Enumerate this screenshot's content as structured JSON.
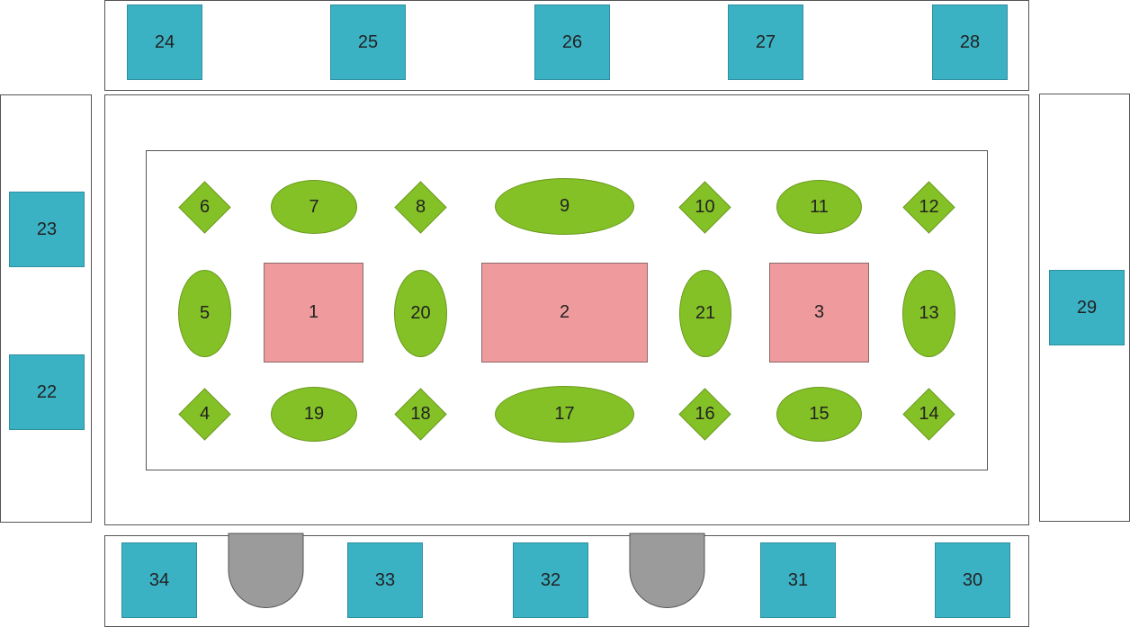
{
  "diagram": {
    "colors": {
      "booth": "#3bb2c4",
      "stand": "#ef9b9e",
      "table": "#84c126",
      "door": "#9b9b9b"
    },
    "stands": {
      "s1": "1",
      "s2": "2",
      "s3": "3"
    },
    "tables": {
      "t4": "4",
      "t5": "5",
      "t6": "6",
      "t7": "7",
      "t8": "8",
      "t9": "9",
      "t10": "10",
      "t11": "11",
      "t12": "12",
      "t13": "13",
      "t14": "14",
      "t15": "15",
      "t16": "16",
      "t17": "17",
      "t18": "18",
      "t19": "19",
      "t20": "20",
      "t21": "21"
    },
    "booths": {
      "b22": "22",
      "b23": "23",
      "b24": "24",
      "b25": "25",
      "b26": "26",
      "b27": "27",
      "b28": "28",
      "b29": "29",
      "b30": "30",
      "b31": "31",
      "b32": "32",
      "b33": "33",
      "b34": "34"
    }
  }
}
